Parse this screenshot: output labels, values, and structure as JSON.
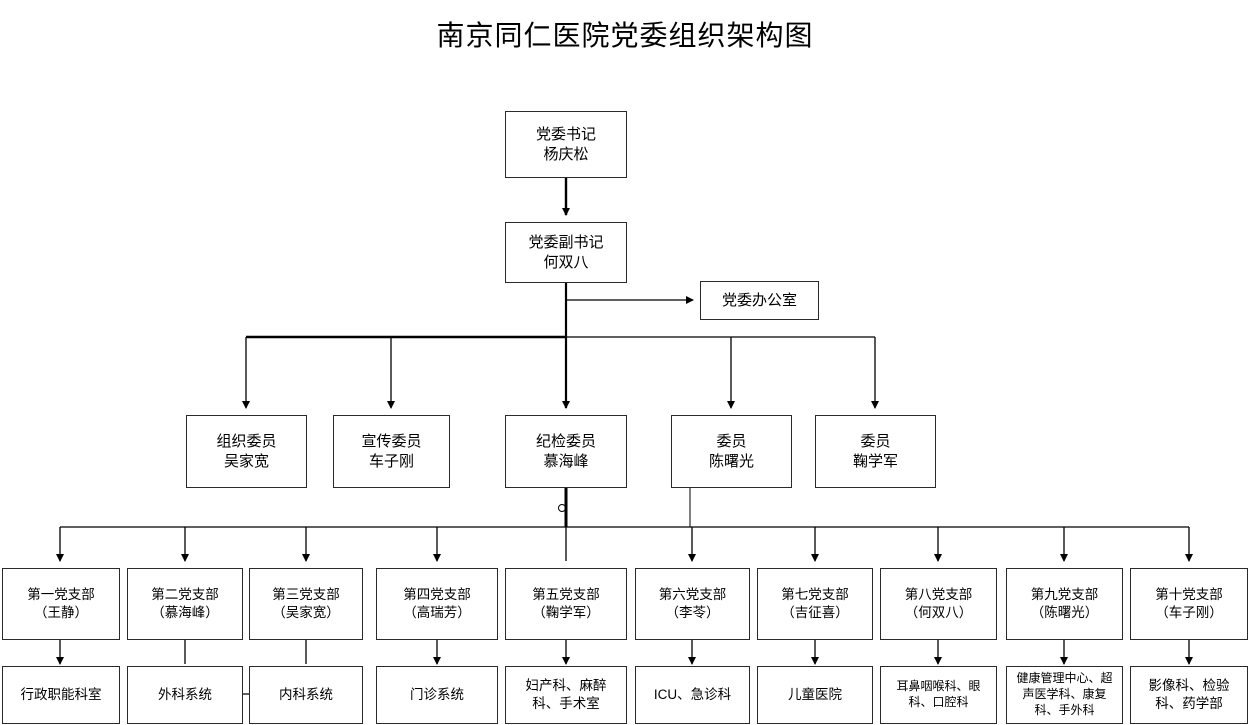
{
  "title": "南京同仁医院党委组织架构图",
  "colors": {
    "box_border": "#2a2a2a",
    "connector": "#000000",
    "background": "#ffffff"
  },
  "top_nodes": [
    {
      "id": "party-secretary",
      "name": "党委书记",
      "person": "杨庆松",
      "label": "党委书记\n杨庆松"
    },
    {
      "id": "deputy-secretary",
      "name": "党委副书记",
      "person": "何双八",
      "label": "党委副书记\n何双八"
    },
    {
      "id": "party-office",
      "name": "党委办公室",
      "person": "",
      "label": "党委办公室"
    }
  ],
  "committee_members": [
    {
      "id": "organization-member",
      "role": "组织委员",
      "person": "吴家宽",
      "label": "组织委员\n吴家宽"
    },
    {
      "id": "publicity-member",
      "role": "宣传委员",
      "person": "车子刚",
      "label": "宣传委员\n车子刚"
    },
    {
      "id": "discipline-member",
      "role": "纪检委员",
      "person": "慕海峰",
      "label": "纪检委员\n慕海峰"
    },
    {
      "id": "member-chen",
      "role": "委员",
      "person": "陈曙光",
      "label": "委员\n陈曙光"
    },
    {
      "id": "member-ju",
      "role": "委员",
      "person": "鞠学军",
      "label": "委员\n鞠学军"
    }
  ],
  "branches": [
    {
      "id": "branch-1",
      "name": "第一党支部",
      "secretary": "（王静）",
      "label": "第一党支部\n（王静）",
      "department": "行政职能科室"
    },
    {
      "id": "branch-2",
      "name": "第二党支部",
      "secretary": "（慕海峰）",
      "label": "第二党支部\n（慕海峰）",
      "department": "外科系统"
    },
    {
      "id": "branch-3",
      "name": "第三党支部",
      "secretary": "（吴家宽）",
      "label": "第三党支部\n（吴家宽）",
      "department": "内科系统"
    },
    {
      "id": "branch-4",
      "name": "第四党支部",
      "secretary": "（高瑞芳）",
      "label": "第四党支部\n（高瑞芳）",
      "department": "门诊系统"
    },
    {
      "id": "branch-5",
      "name": "第五党支部",
      "secretary": "（鞠学军）",
      "label": "第五党支部\n（鞠学军）",
      "department": "妇产科、麻醉\n科、手术室"
    },
    {
      "id": "branch-6",
      "name": "第六党支部",
      "secretary": "（李苓）",
      "label": "第六党支部\n（李苓）",
      "department": "ICU、急诊科"
    },
    {
      "id": "branch-7",
      "name": "第七党支部",
      "secretary": "（吉征喜）",
      "label": "第七党支部\n（吉征喜）",
      "department": "儿童医院"
    },
    {
      "id": "branch-8",
      "name": "第八党支部",
      "secretary": "（何双八）",
      "label": "第八党支部\n（何双八）",
      "department": "耳鼻咽喉科、眼\n科、口腔科"
    },
    {
      "id": "branch-9",
      "name": "第九党支部",
      "secretary": "（陈曙光）",
      "label": "第九党支部\n（陈曙光）",
      "department": "健康管理中心、超\n声医学科、康复\n科、手外科"
    },
    {
      "id": "branch-10",
      "name": "第十党支部",
      "secretary": "（车子刚）",
      "label": "第十党支部\n（车子刚）",
      "department": "影像科、检验\n科、药学部"
    }
  ]
}
